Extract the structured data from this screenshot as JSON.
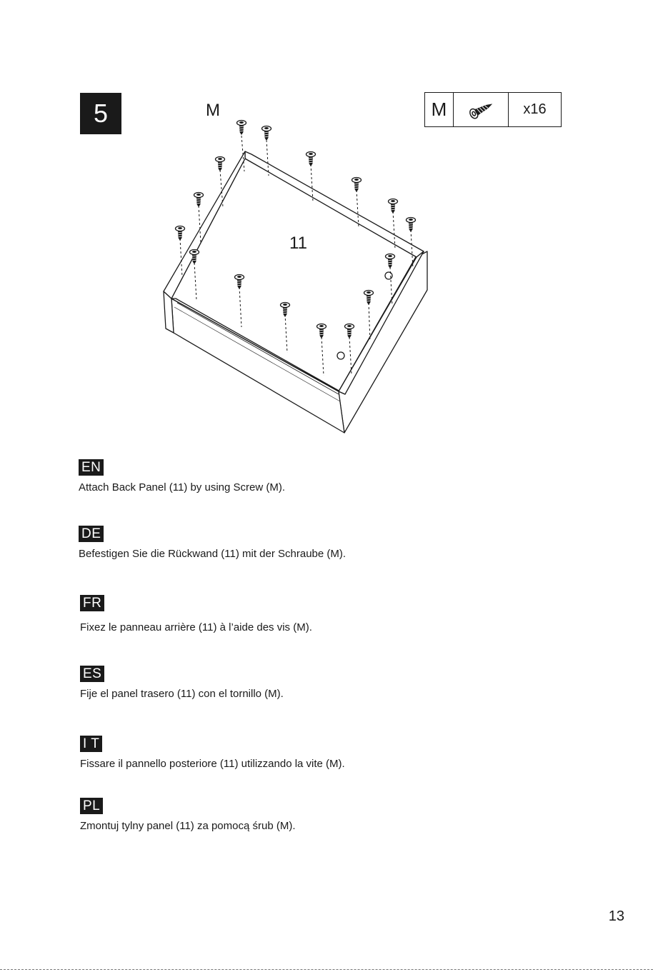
{
  "step": {
    "number": "5"
  },
  "diagram": {
    "hardware_label": "M",
    "panel_label": "11"
  },
  "parts": {
    "code": "M",
    "icon": "screw-icon",
    "quantity": "x16"
  },
  "instructions": [
    {
      "lang": "EN",
      "text": "Attach Back Panel (11) by using Screw (M)."
    },
    {
      "lang": "DE",
      "text": "Befestigen Sie die Rückwand (11) mit der Schraube (M)."
    },
    {
      "lang": "FR",
      "text": "Fixez le panneau arrière (11) à l’aide des vis (M)."
    },
    {
      "lang": "ES",
      "text": "Fije el panel trasero (11) con el tornillo (M)."
    },
    {
      "lang": "I T",
      "text": "Fissare il pannello posteriore (11) utilizzando la vite (M)."
    },
    {
      "lang": "PL",
      "text": "Zmontuj tylny panel (11) za pomocą śrub (M)."
    }
  ],
  "page": {
    "number": "13"
  }
}
